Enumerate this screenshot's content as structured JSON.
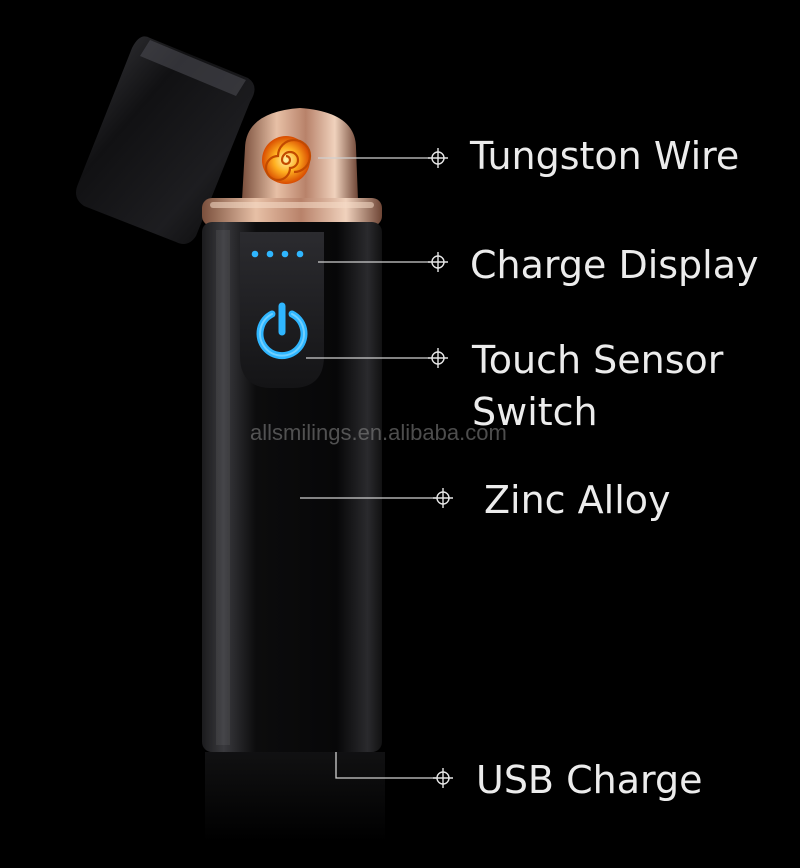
{
  "callouts": {
    "tungsten_wire": "Tungston Wire",
    "charge_display": "Charge Display",
    "touch_sensor": "Touch Sensor",
    "touch_sensor_line2": "Switch",
    "zinc_alloy": "Zinc Alloy",
    "usb_charge": "USB Charge"
  },
  "watermark": "allsmilings.en.alibaba.com",
  "colors": {
    "background": "#000000",
    "label_text": "#ececec",
    "leader_line": "#cfcfcf",
    "coil_glow": "#ff9a1a",
    "led_blue": "#2fb6ff",
    "rose_gold": "#c9947a"
  }
}
